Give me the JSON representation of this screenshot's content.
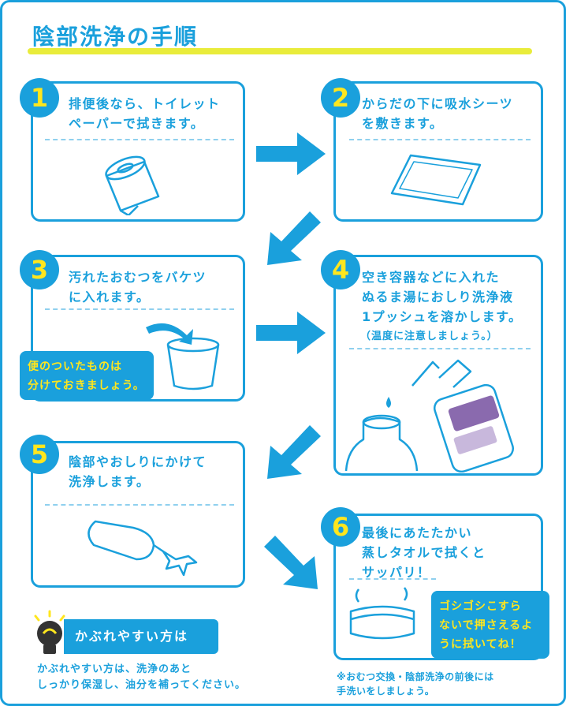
{
  "title": "陰部洗浄の手順",
  "steps": [
    {
      "number": "1",
      "text": "排便後なら、トイレット\nペーパーで拭きます。"
    },
    {
      "number": "2",
      "text": "からだの下に吸水シーツ\nを敷きます。"
    },
    {
      "number": "3",
      "text": "汚れたおむつをバケツ\nに入れます。",
      "callout": "便のついたものは\n分けておきましょう。"
    },
    {
      "number": "4",
      "text": "空き容器などに入れた\nぬるま湯におしり洗浄液\n1プッシュを溶かします。",
      "note": "（温度に注意しましょう。）"
    },
    {
      "number": "5",
      "text": "陰部やおしりにかけて\n洗浄します。"
    },
    {
      "number": "6",
      "text": "最後にあたたかい\n蒸しタオルで拭くと\nサッパリ！",
      "callout": "ゴシゴシこすら\nないで押さえるよ\nうに拭いてね！"
    }
  ],
  "tip": {
    "header": "かぶれやすい方は",
    "body": "かぶれやすい方は、洗浄のあと\nしっかり保湿し、油分を補ってください。"
  },
  "footnote": "※おむつ交換・陰部洗浄の前後には\n手洗いをしましょう。",
  "colors": {
    "accent": "#1aa0dc",
    "highlight": "#ffe61e",
    "underline": "#e9ec3b"
  },
  "icons": [
    "lightbulb-icon",
    "arrow-right-icon",
    "arrow-down-left-icon",
    "arrow-down-right-icon"
  ]
}
